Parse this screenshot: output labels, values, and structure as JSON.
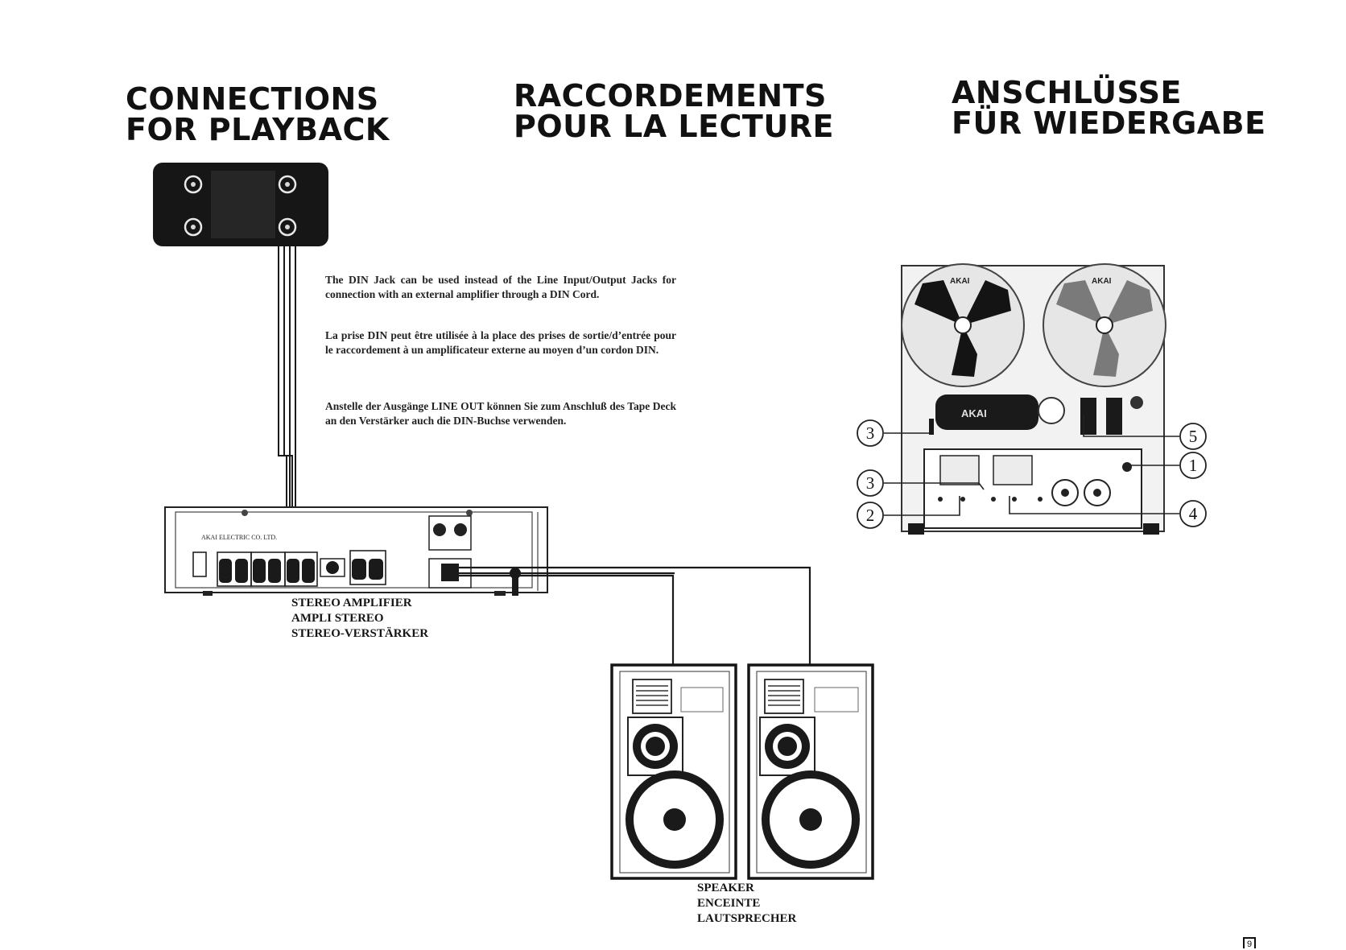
{
  "headings": {
    "en": {
      "line1": "CONNECTIONS",
      "line2": "FOR PLAYBACK"
    },
    "fr": {
      "line1": "RACCORDEMENTS",
      "line2": "POUR LA LECTURE"
    },
    "de": {
      "line1": "ANSCHLÜSSE",
      "line2": "FÜR WIEDERGABE"
    }
  },
  "notes": {
    "en": "The DIN Jack can be used instead of the Line Input/Output Jacks for connection with an external amplifier through a DIN Cord.",
    "fr": "La prise DIN peut être utilisée à la place des prises de sortie/d’entrée pour le raccordement à un amplificateur externe au moyen d’un cordon DIN.",
    "de": "Anstelle der Ausgänge LINE OUT können Sie zum Anschluß des Tape Deck an den Verstärker auch die DIN-Buchse verwenden."
  },
  "captions": {
    "amplifier": [
      "STEREO AMPLIFIER",
      "AMPLI STEREO",
      "STEREO-VERSTÄRKER"
    ],
    "speaker": [
      "SPEAKER",
      "ENCEINTE",
      "LAUTSPRECHER"
    ]
  },
  "device_labels": {
    "amp_brand": "AKAI ELECTRIC CO. LTD.",
    "reel_brand_left": "AKAI",
    "reel_brand_right": "AKAI",
    "deck_brand": "AKAI"
  },
  "callouts": {
    "c3_top": "3",
    "c3_mid": "3",
    "c2": "2",
    "c5": "5",
    "c1": "1",
    "c4": "4"
  },
  "page_number": "9"
}
